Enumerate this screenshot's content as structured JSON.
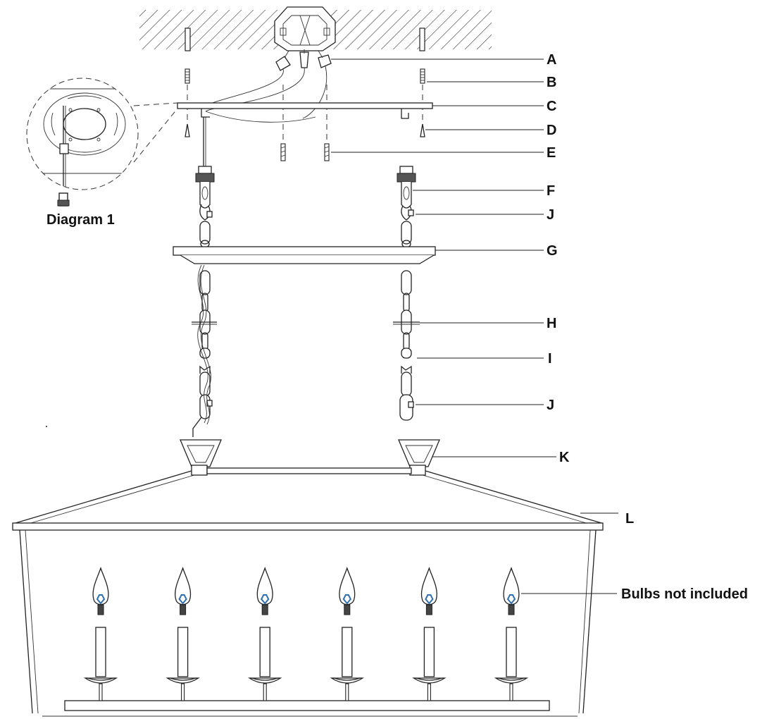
{
  "labels": {
    "A": "A",
    "B": "B",
    "C": "C",
    "D": "D",
    "E": "E",
    "F": "F",
    "J_upper": "J",
    "G": "G",
    "H": "H",
    "I": "I",
    "J_lower": "J",
    "K": "K",
    "L": "L",
    "bulbs": "Bulbs not included",
    "diagram1": "Diagram 1"
  },
  "colors": {
    "ink": "#222222",
    "bulb_filament": "#2f6fb0"
  },
  "bulb_count": 6
}
